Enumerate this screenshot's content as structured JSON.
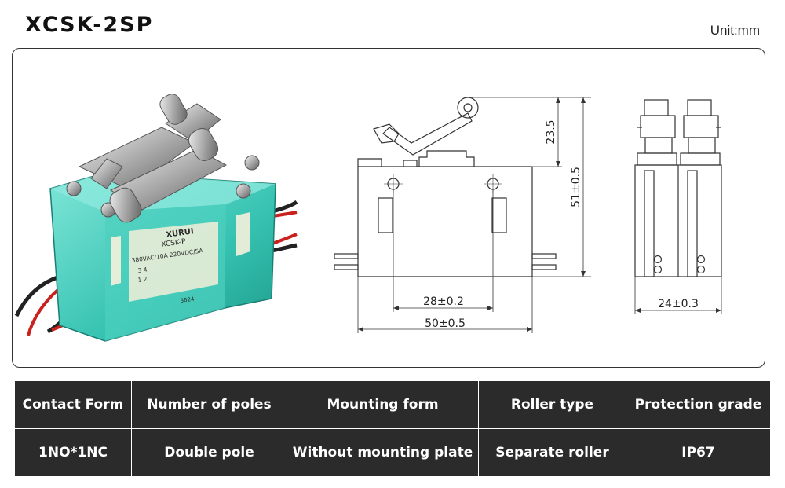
{
  "header": {
    "title": "XCSK-2SP",
    "unit": "Unit:mm"
  },
  "product_photo": {
    "label_brand": "XURUI",
    "label_model": "XCSK-P",
    "label_rating": "380VAC/10A 220VDC/5A",
    "label_term_a": "3 4 ",
    "label_term_b": "1 2 ",
    "label_code": "3624"
  },
  "dimensions": {
    "height_top": "23.5",
    "height_total": "51±0.5",
    "hole_pitch": "28±0.2",
    "length": "50±0.5",
    "width": "24±0.3"
  },
  "specs": {
    "headers": [
      "Contact Form",
      "Number of poles",
      "Mounting form",
      "Roller type",
      "Protection grade"
    ],
    "values": [
      "1NO*1NC",
      "Double pole",
      "Without mounting plate",
      "Separate roller",
      "IP67"
    ]
  },
  "colors": {
    "housing": "#3fc9b8",
    "table_bg": "#2b2b2b",
    "wire_red": "#c8211e"
  }
}
